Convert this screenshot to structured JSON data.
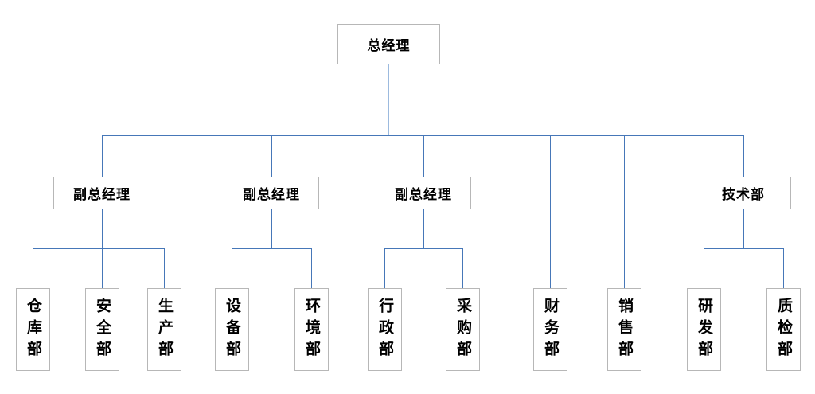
{
  "colors": {
    "line": "#4677b8",
    "root_drop_line": "#9cbade",
    "box_border": "#b7b7b7",
    "text": "#000000",
    "background": "#ffffff"
  },
  "root": {
    "label": "总经理"
  },
  "managers": [
    {
      "label": "副总经理",
      "departments": [
        {
          "label": "仓库部"
        },
        {
          "label": "安全部"
        },
        {
          "label": "生产部"
        }
      ]
    },
    {
      "label": "副总经理",
      "departments": [
        {
          "label": "设备部"
        },
        {
          "label": "环境部"
        }
      ]
    },
    {
      "label": "副总经理",
      "departments": [
        {
          "label": "行政部"
        },
        {
          "label": "采购部"
        }
      ]
    },
    {
      "label": "技术部",
      "departments": [
        {
          "label": "研发部"
        },
        {
          "label": "质检部"
        }
      ]
    }
  ],
  "direct_departments": [
    {
      "label": "财务部"
    },
    {
      "label": "销售部"
    }
  ]
}
